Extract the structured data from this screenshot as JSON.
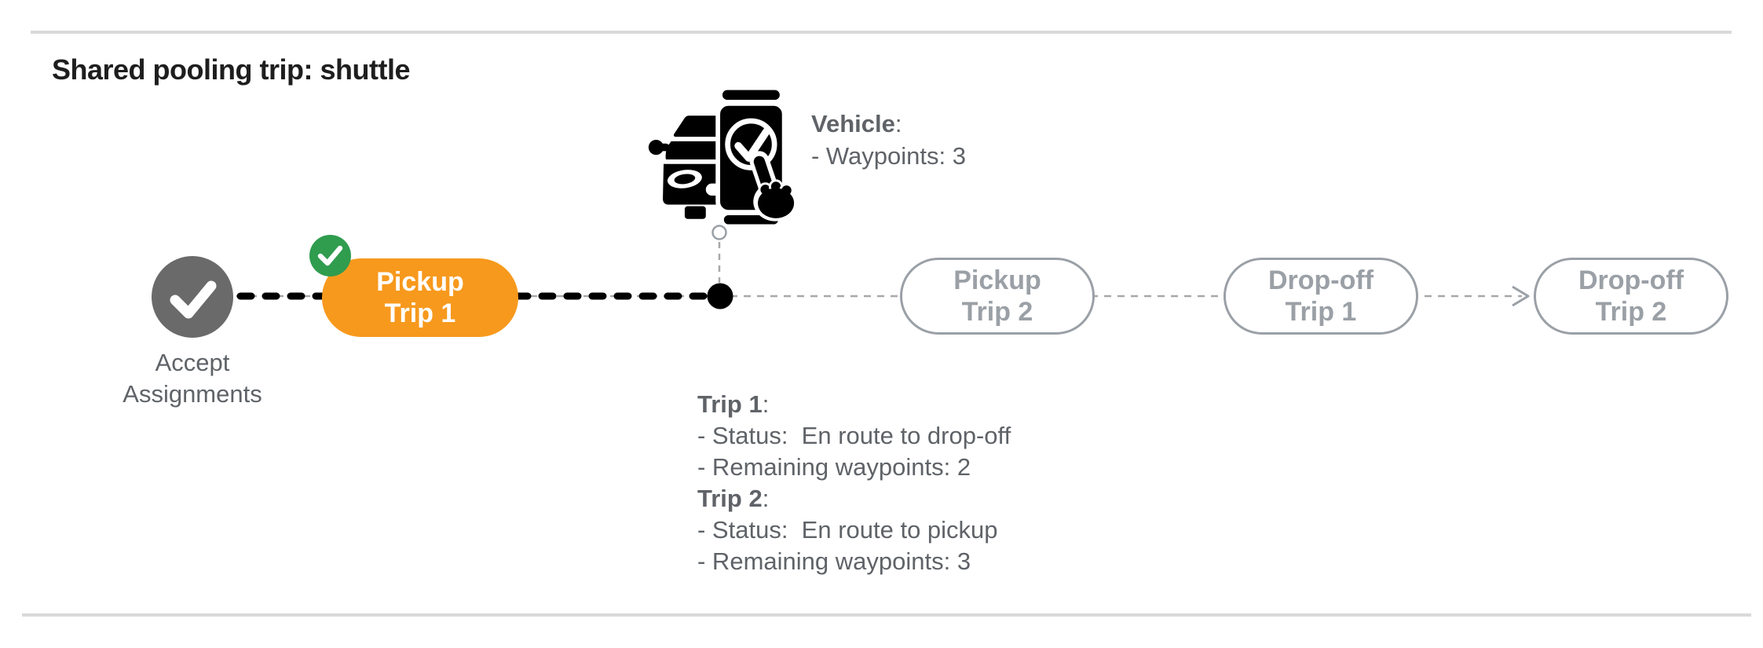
{
  "title": "Shared pooling trip: shuttle",
  "colors": {
    "accent_orange": "#f7991d",
    "badge_green": "#2f9c4e",
    "completed_gray": "#6a6a6a",
    "pending_gray": "#9aa0a6",
    "text_gray": "#5f6368",
    "connector_black": "#000000",
    "connector_gray": "#a8a8a8",
    "divider_gray": "#d9d9d9"
  },
  "icons": {
    "start": "check-circle-icon",
    "completed_badge": "check-badge-icon",
    "vehicle": "car-phone-check-icon",
    "current_position": "current-position-dot",
    "arrow": "arrow-right-icon"
  },
  "timeline": {
    "start": {
      "line1": "Accept",
      "line2": "Assignments"
    },
    "nodes": [
      {
        "line1": "Pickup",
        "line2": "Trip 1",
        "state": "active"
      },
      {
        "line1": "Pickup",
        "line2": "Trip 2",
        "state": "pending"
      },
      {
        "line1": "Drop-off",
        "line2": "Trip 1",
        "state": "pending"
      },
      {
        "line1": "Drop-off",
        "line2": "Trip 2",
        "state": "pending"
      }
    ]
  },
  "vehicle_info": {
    "heading": "Vehicle",
    "colon": ":",
    "lines": [
      "- Waypoints: 3"
    ]
  },
  "trip_info": {
    "sections": [
      {
        "heading": "Trip 1",
        "colon": ":",
        "lines": [
          "- Status:  En route to drop-off",
          "- Remaining waypoints: 2"
        ]
      },
      {
        "heading": "Trip 2",
        "colon": ":",
        "lines": [
          "- Status:  En route to pickup",
          "- Remaining waypoints: 3"
        ]
      }
    ]
  }
}
